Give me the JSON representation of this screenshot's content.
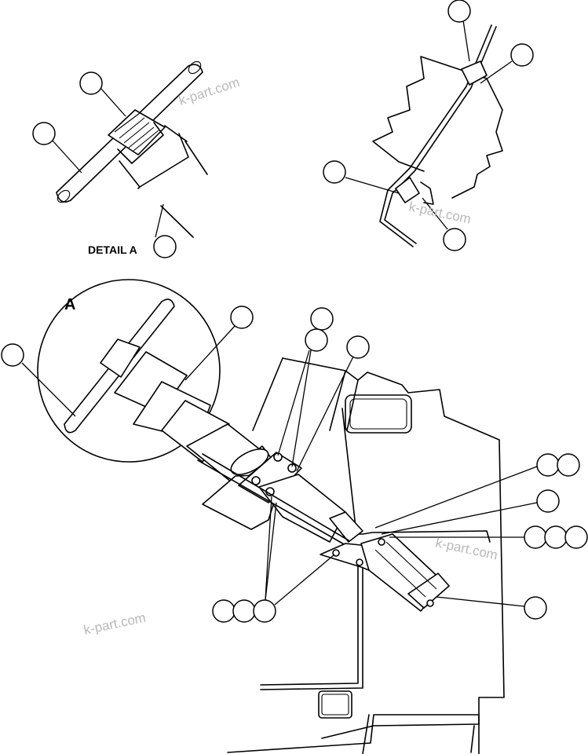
{
  "labels": {
    "detail_caption": "DETAIL A",
    "view_letter": "A"
  },
  "watermarks": [
    "k-part.com",
    "k-part.com",
    "k-part.com",
    "k-part.com"
  ],
  "colors": {
    "line": "#000000",
    "background": "#ffffff",
    "watermark": "#b9b9b9"
  }
}
